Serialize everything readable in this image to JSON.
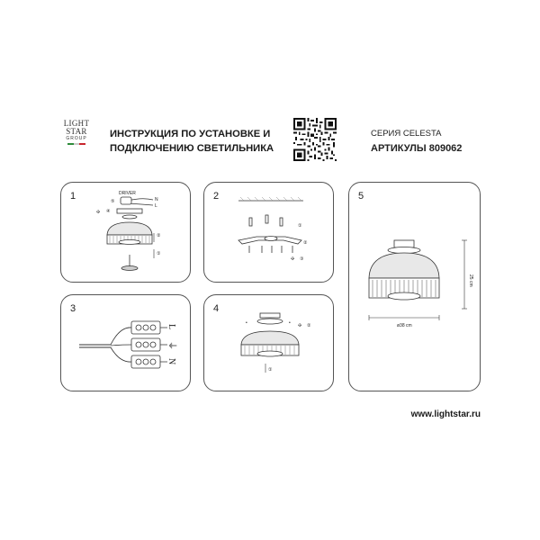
{
  "logo": {
    "line1": "LIGHT",
    "line2": "STAR",
    "line3": "GROUP",
    "flag_colors": [
      "#2e8b3a",
      "#ffffff",
      "#c8262d"
    ]
  },
  "header": {
    "title_line1": "ИНСТРУКЦИЯ ПО УСТАНОВКЕ И",
    "title_line2": "ПОДКЛЮЧЕНИЮ СВЕТИЛЬНИКА",
    "series": "СЕРИЯ CELESTA",
    "articul": "АРТИКУЛЫ 809062"
  },
  "panels": {
    "p1": {
      "number": "1",
      "driver": "DRIVER",
      "n": "N",
      "l": "L",
      "step_a": "⑤",
      "step_b": "④",
      "step_c": "③",
      "step_d": "②",
      "step_e": "①"
    },
    "p2": {
      "number": "2",
      "step_a": "①",
      "step_b": "②",
      "step_c": "③"
    },
    "p3": {
      "number": "3",
      "l": "L",
      "ground": "⏚",
      "n": "N"
    },
    "p4": {
      "number": "4",
      "step_a": "②",
      "step_b": "①"
    },
    "p5": {
      "number": "5",
      "height": "25 cm",
      "diameter": "ø38 cm"
    }
  },
  "footer": {
    "website": "www.lightstar.ru"
  }
}
